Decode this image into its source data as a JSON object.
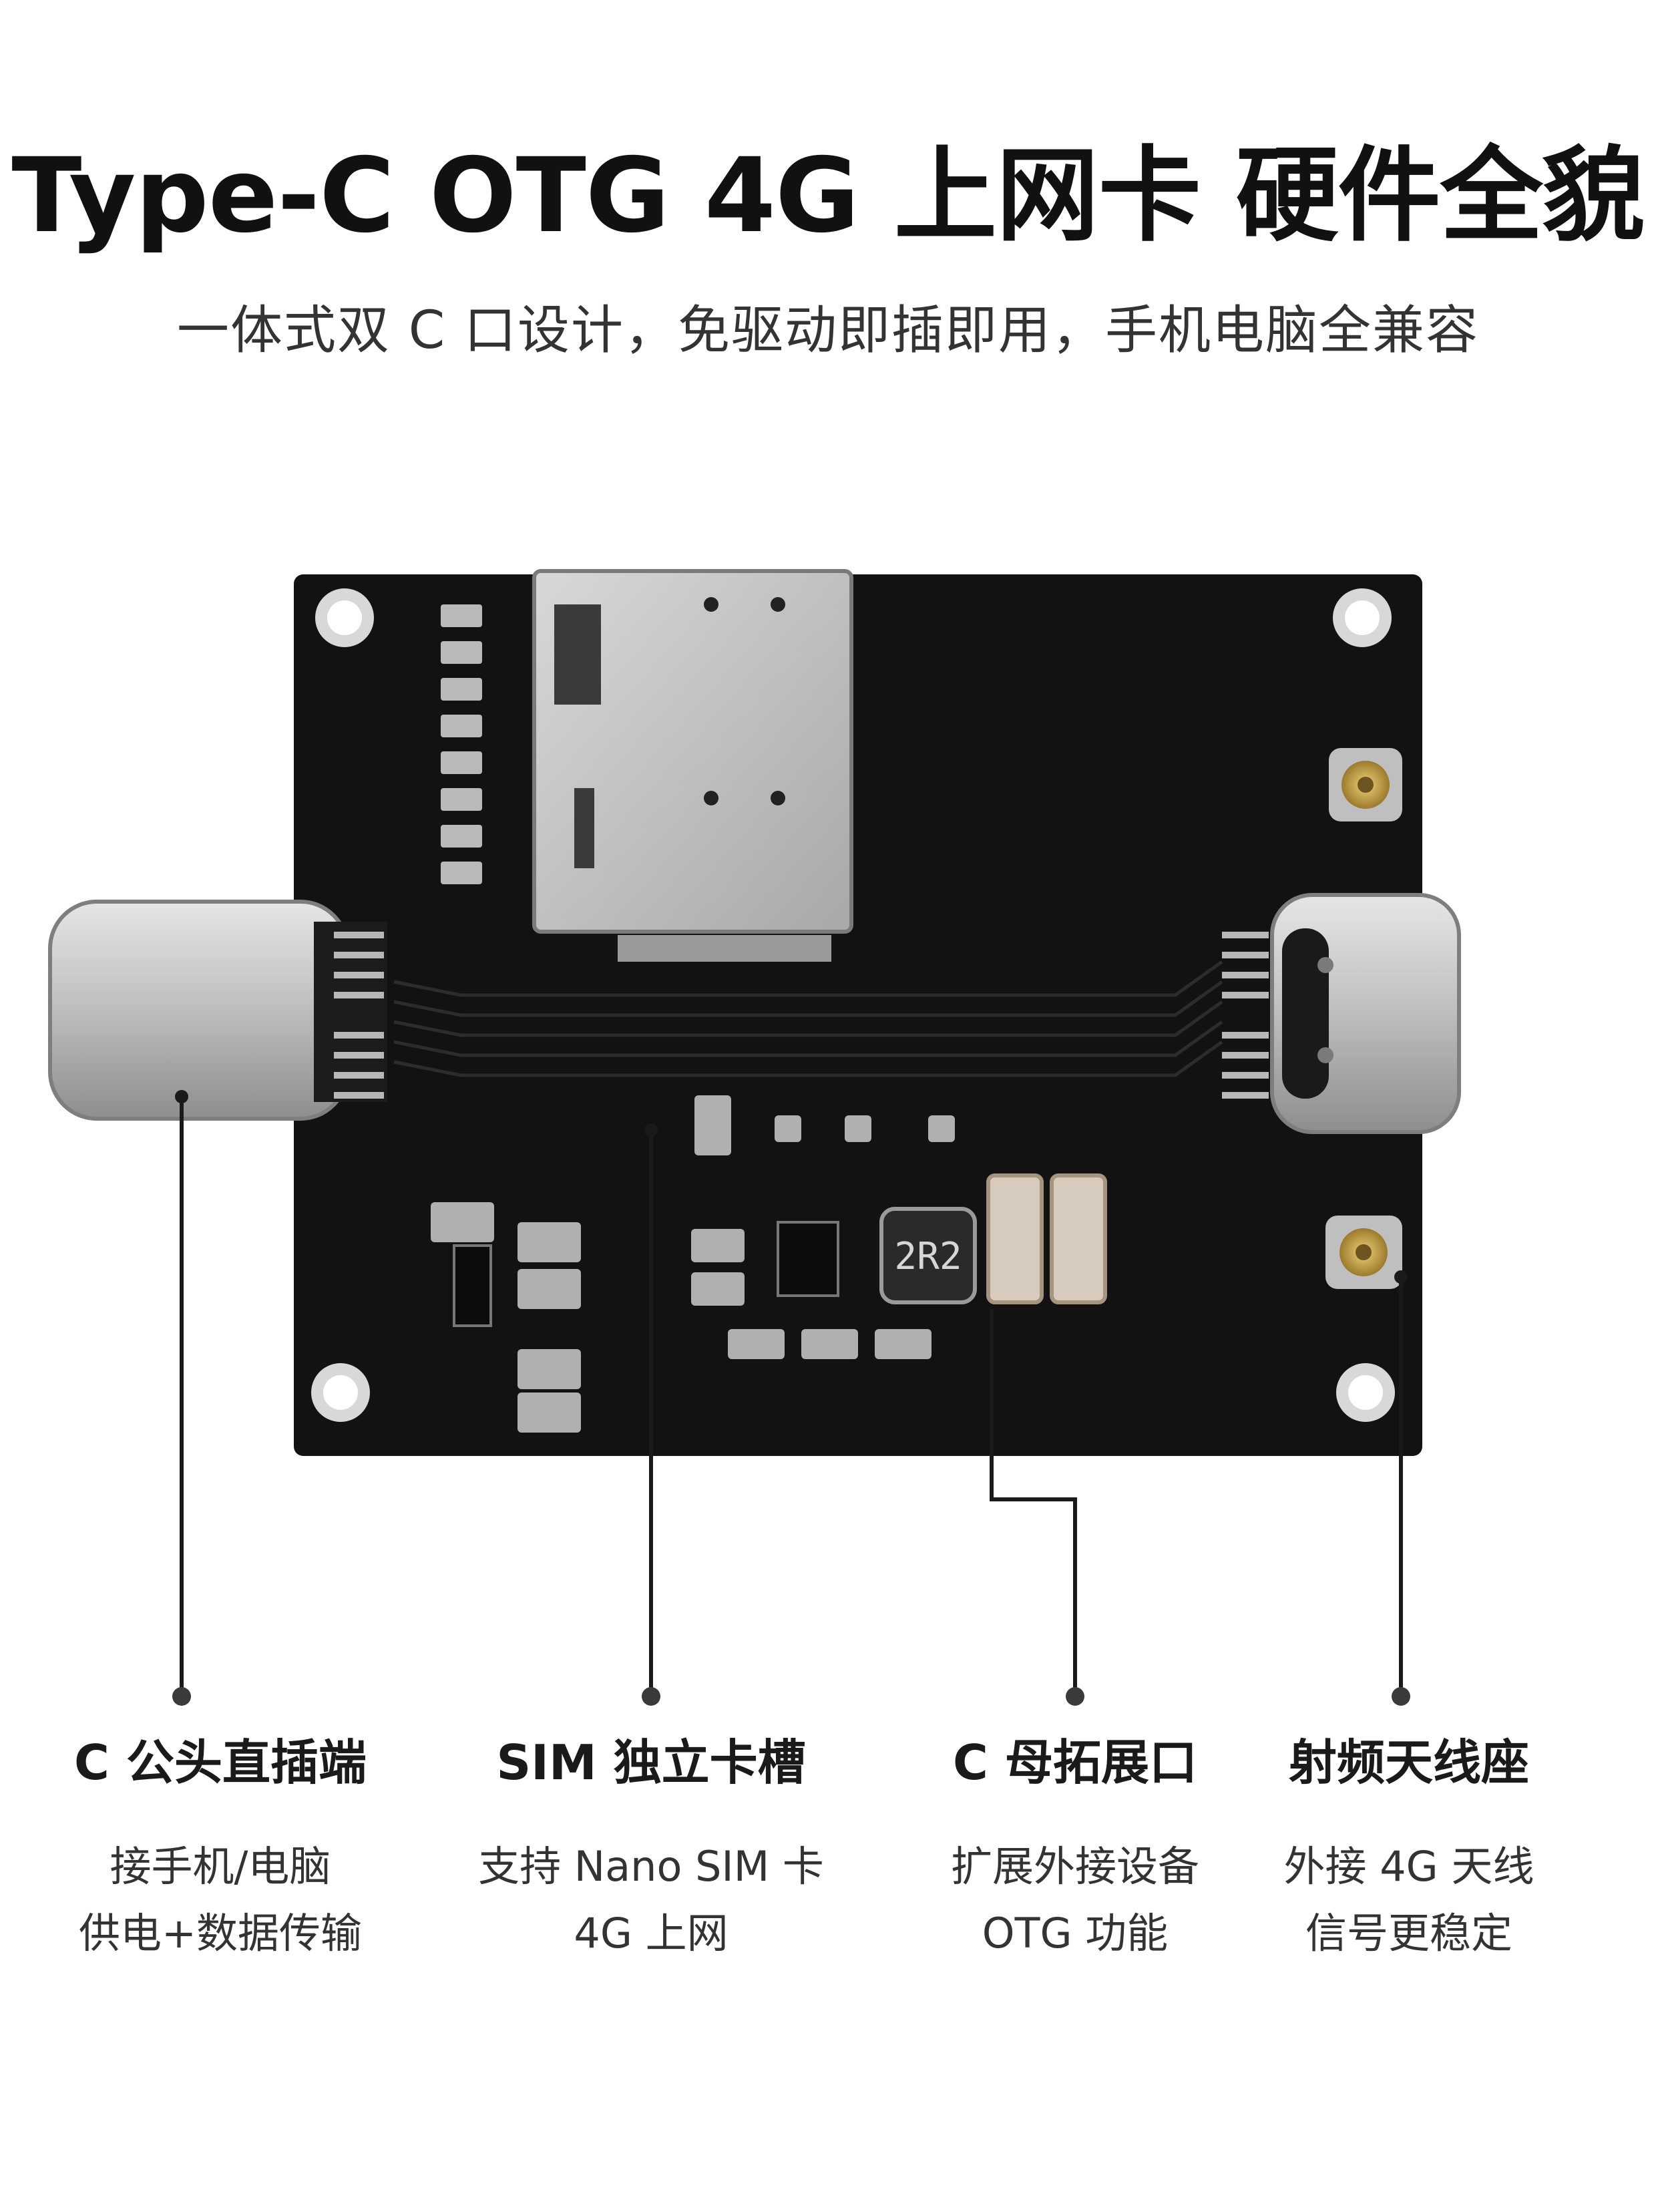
{
  "header": {
    "title": "Type-C OTG 4G 上网卡 硬件全貌",
    "subtitle": "一体式双 C 口设计，免驱动即插即用，手机电脑全兼容"
  },
  "board": {
    "inductor_marking": "2R2"
  },
  "callouts": [
    {
      "title": "C 公头直插端",
      "line1": "接手机/电脑",
      "line2": "供电+数据传输"
    },
    {
      "title": "SIM 独立卡槽",
      "line1": "支持 Nano SIM 卡",
      "line2": "4G 上网"
    },
    {
      "title": "C 母拓展口",
      "line1": "扩展外接设备",
      "line2": "OTG 功能"
    },
    {
      "title": "射频天线座",
      "line1": "外接 4G 天线",
      "line2": "信号更稳定"
    }
  ],
  "colors": {
    "pcb": "#121212",
    "metal": "#c9c9c9",
    "gold": "#c8a24a",
    "leader": "#1a1a1a"
  }
}
